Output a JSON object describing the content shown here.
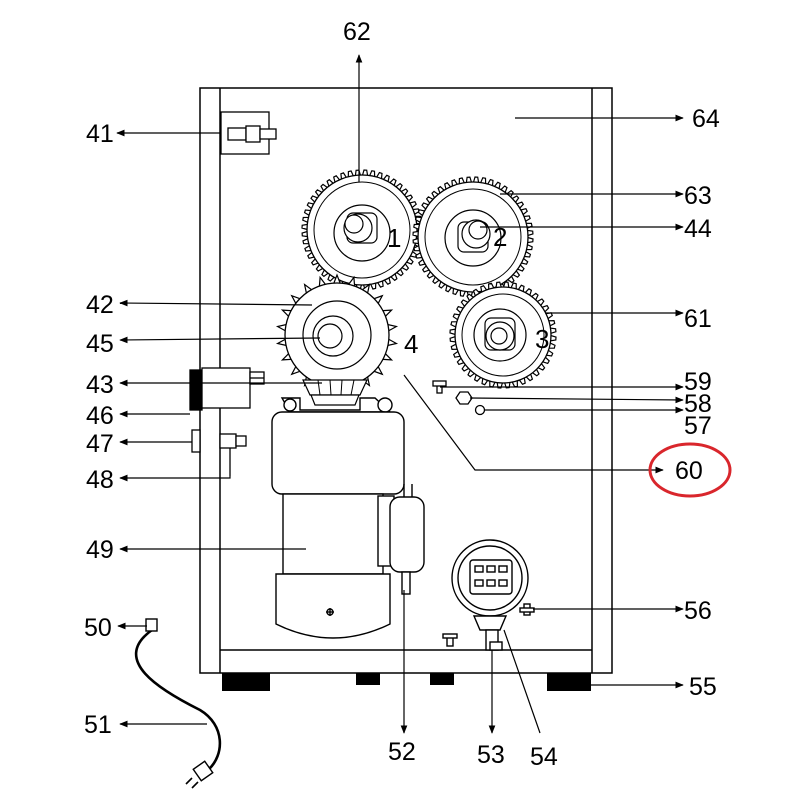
{
  "labels": {
    "l41": "41",
    "l42": "42",
    "l43": "43",
    "l44": "44",
    "l45": "45",
    "l46": "46",
    "l47": "47",
    "l48": "48",
    "l49": "49",
    "l50": "50",
    "l51": "51",
    "l52": "52",
    "l53": "53",
    "l54": "54",
    "l55": "55",
    "l56": "56",
    "l57": "57",
    "l58": "58",
    "l59": "59",
    "l60": "60",
    "l61": "61",
    "l62": "62",
    "l63": "63",
    "l64": "64"
  },
  "gear_numbers": {
    "g1": "1",
    "g2": "2",
    "g3": "3",
    "g4": "4"
  },
  "colors": {
    "line": "#000000",
    "highlight_circle": "#d9262c",
    "background": "#ffffff"
  }
}
